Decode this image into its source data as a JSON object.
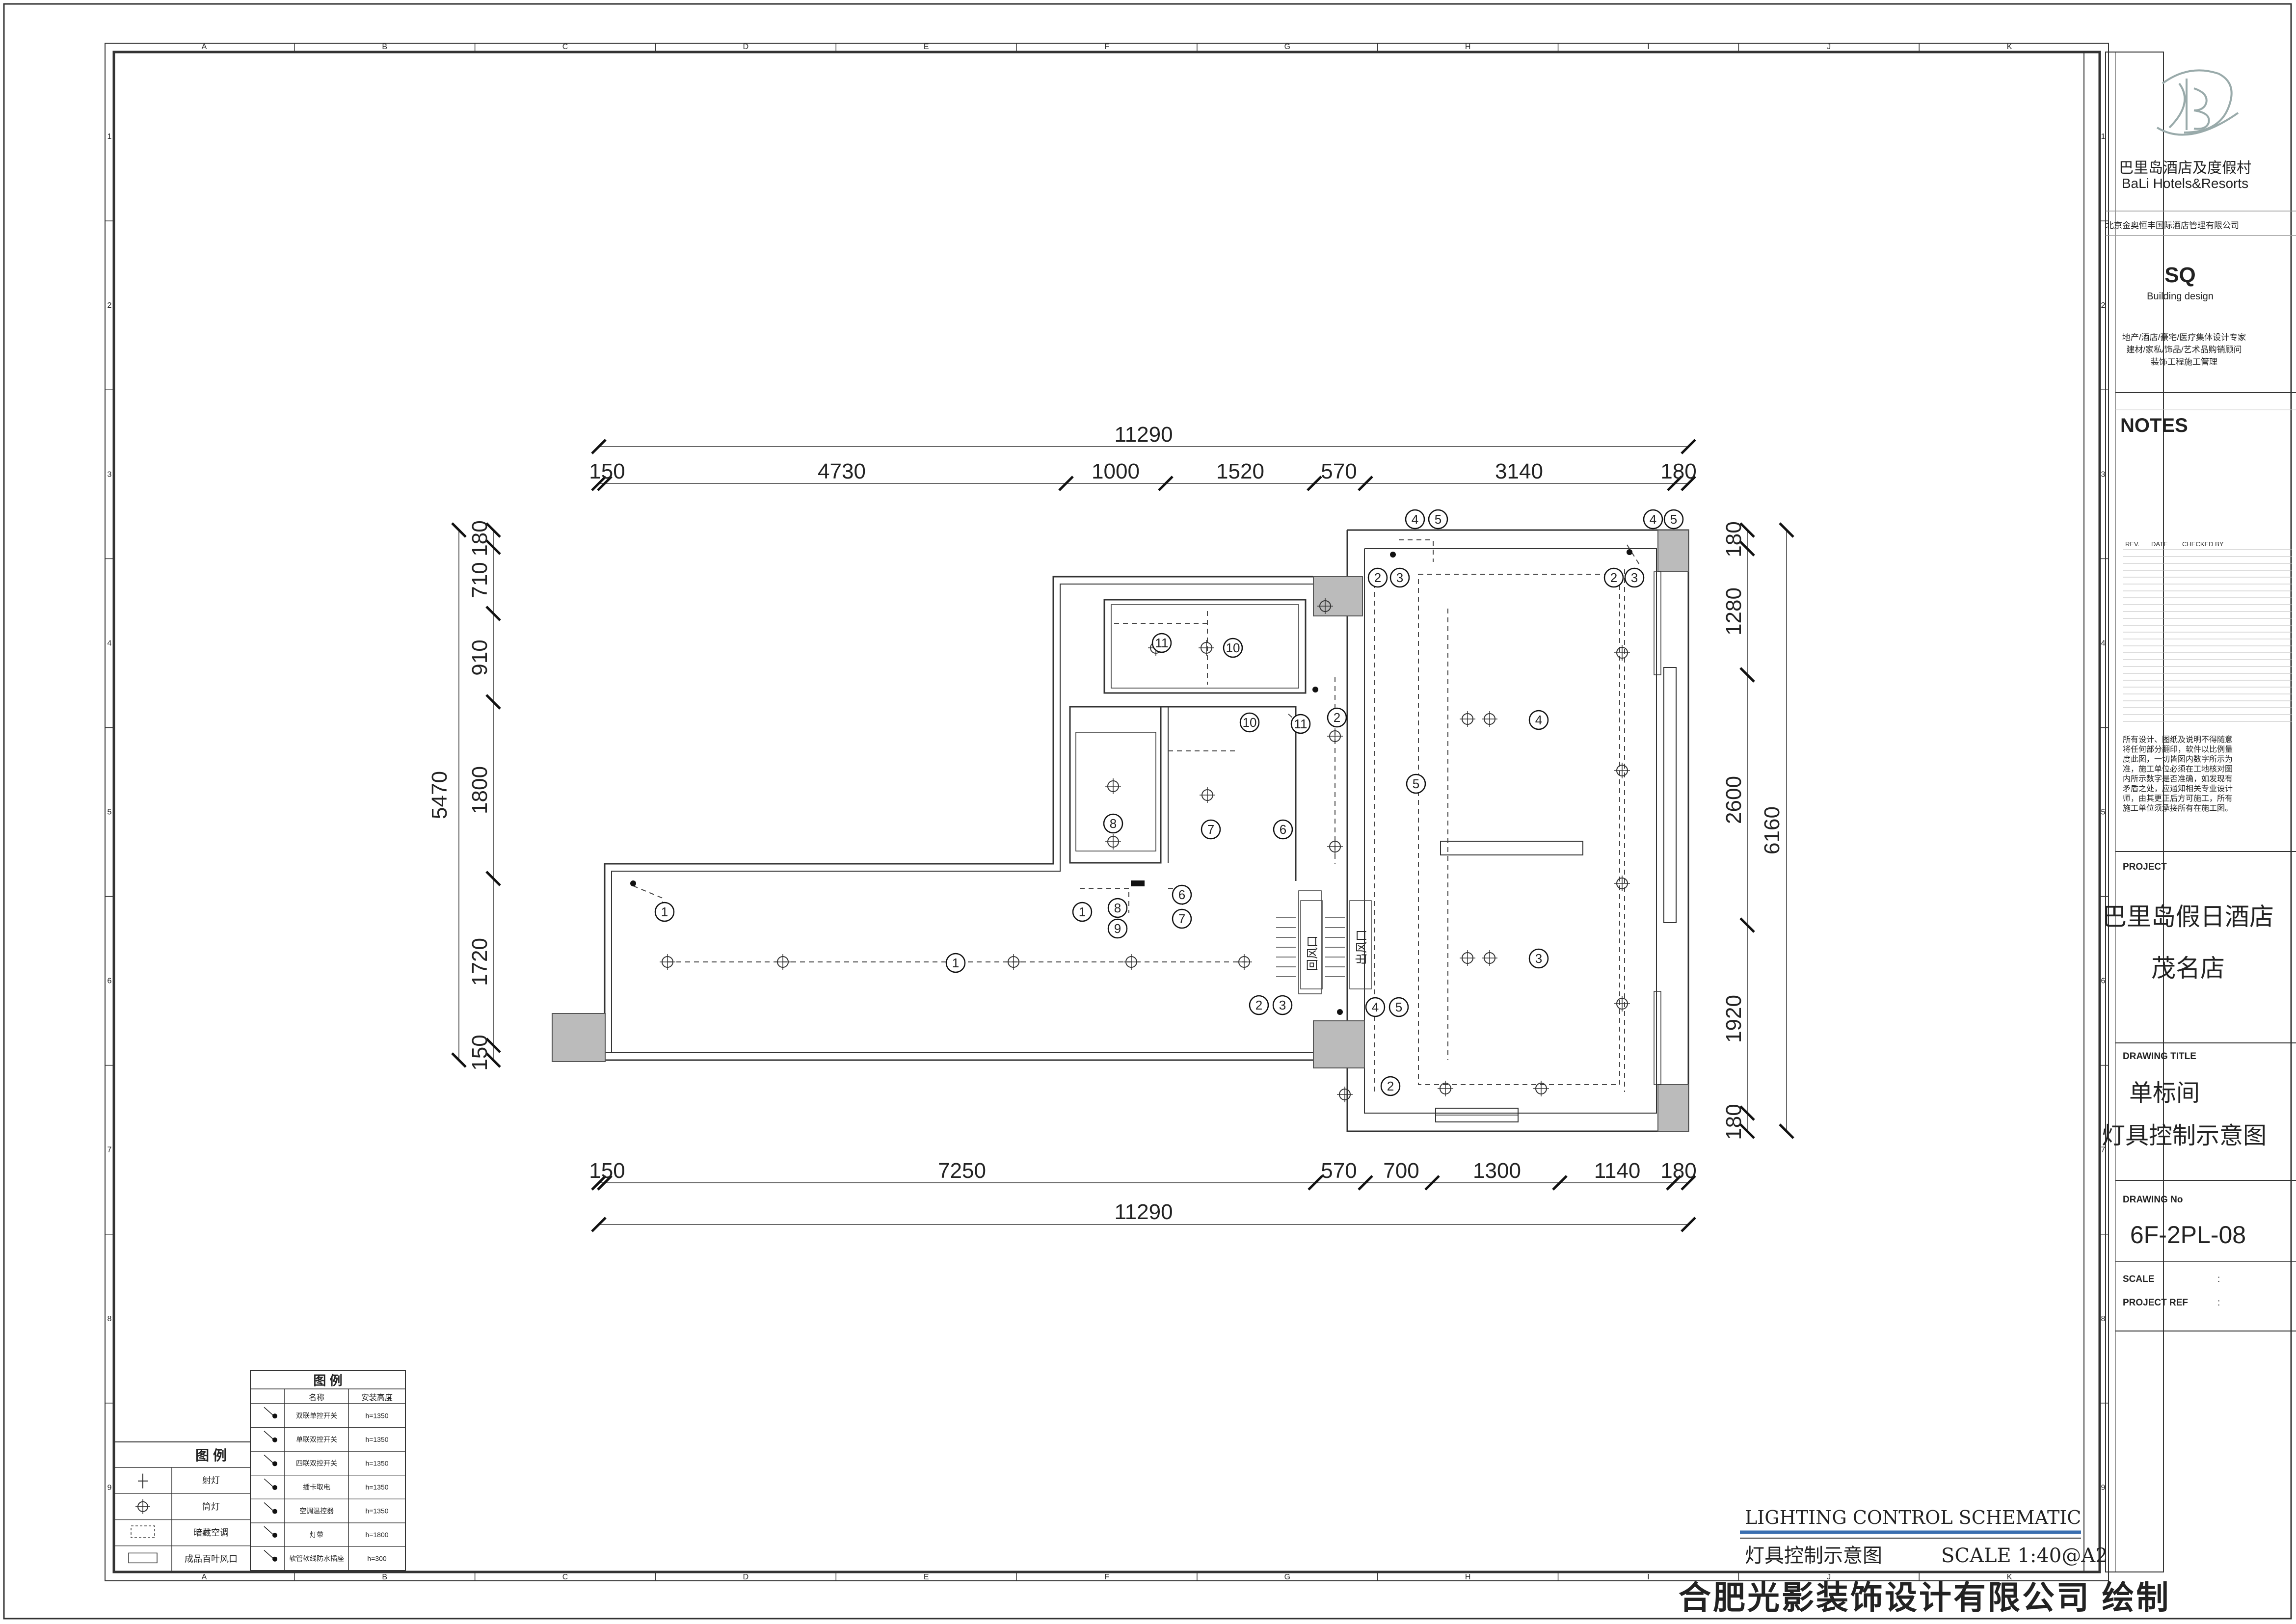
{
  "sheet": {
    "grid_cols": [
      "A",
      "B",
      "C",
      "D",
      "E",
      "F",
      "G",
      "H",
      "I",
      "J",
      "K"
    ],
    "grid_rows": [
      "1",
      "2",
      "3",
      "4",
      "5",
      "6",
      "7",
      "8",
      "9"
    ]
  },
  "title_block": {
    "brand_cn": "巴里岛酒店及度假村",
    "brand_en": "BaLi Hotels&Resorts",
    "company": "北京金奥恒丰国际酒店管理有限公司",
    "sq_logo": "SQ",
    "sq_sub": "Building design",
    "design_lines": [
      "地产/酒店/豪宅/医疗集体设计专家",
      "建材/家私/饰品/艺术品购销顾问",
      "装饰工程施工管理"
    ],
    "notes_label": "NOTES",
    "rev_headers": [
      "REV.",
      "DATE",
      "CHECKED BY"
    ],
    "note_text": [
      "所有设计、图纸及说明不得随意",
      "将任何部分翻印，软件以比例量",
      "度此图，一切皆图内数字所示为",
      "准，施工单位必须在工地核对图",
      "内所示数字是否准确，如发现有",
      "矛盾之处，应通知相关专业设计",
      "师，由其更正后方可施工，所有",
      "施工单位须承接所有在施工图。"
    ],
    "project_label": "PROJECT",
    "project_name": "巴里岛假日酒店",
    "project_branch": "茂名店",
    "drawing_title_label": "DRAWING  TITLE",
    "drawing_title_1": "单标间",
    "drawing_title_2": "灯具控制示意图",
    "drawing_no_label": "DRAWING No",
    "drawing_no": "6F-2PL-08",
    "scale_label": "SCALE",
    "project_ref_label": "PROJECT REF",
    "colon": ":"
  },
  "drawing_label": {
    "en": "LIGHTING CONTROL SCHEMATIC",
    "cn": "灯具控制示意图",
    "scale": "SCALE  1:40@A2"
  },
  "footer": {
    "credit": "合肥光影装饰设计有限公司 绘制"
  },
  "dimensions": {
    "top_total": "11290",
    "top_segments": [
      "150",
      "4730",
      "1000",
      "1520",
      "570",
      "3140",
      "180"
    ],
    "bottom_segments": [
      "150",
      "7250",
      "570",
      "700",
      "1300",
      "1140",
      "180"
    ],
    "bottom_total": "11290",
    "left_total": "5470",
    "left_segments": [
      "180",
      "710",
      "910",
      "1800",
      "1720",
      "150"
    ],
    "right_total": "6160",
    "right_segments": [
      "180",
      "1280",
      "2600",
      "1920",
      "180"
    ]
  },
  "room_labels": {
    "vent_left": "回风口",
    "vent_right": "出风口"
  },
  "callouts": [
    {
      "n": "4"
    },
    {
      "n": "5"
    },
    {
      "n": "4"
    },
    {
      "n": "5"
    },
    {
      "n": "2"
    },
    {
      "n": "3"
    },
    {
      "n": "2"
    },
    {
      "n": "3"
    },
    {
      "n": "11"
    },
    {
      "n": "10"
    },
    {
      "n": "10"
    },
    {
      "n": "11"
    },
    {
      "n": "2"
    },
    {
      "n": "4"
    },
    {
      "n": "5"
    },
    {
      "n": "8"
    },
    {
      "n": "7"
    },
    {
      "n": "6"
    },
    {
      "n": "1"
    },
    {
      "n": "6"
    },
    {
      "n": "1"
    },
    {
      "n": "8"
    },
    {
      "n": "9"
    },
    {
      "n": "7"
    },
    {
      "n": "1"
    },
    {
      "n": "3"
    },
    {
      "n": "2"
    },
    {
      "n": "3"
    },
    {
      "n": "4"
    },
    {
      "n": "5"
    },
    {
      "n": "2"
    }
  ],
  "legend_main": {
    "title": "图 例",
    "headers": [
      "名称",
      "安装高度"
    ],
    "rows": [
      {
        "name": "双联单控开关",
        "height": "h=1350"
      },
      {
        "name": "单联双控开关",
        "height": "h=1350"
      },
      {
        "name": "四联双控开关",
        "height": "h=1350"
      },
      {
        "name": "插卡取电",
        "height": "h=1350"
      },
      {
        "name": "空调温控器",
        "height": "h=1350"
      },
      {
        "name": "灯带",
        "height": "h=1800"
      },
      {
        "name": "软管软线防水插座",
        "height": "h=300"
      }
    ]
  },
  "legend_small": {
    "title": "图 例",
    "rows": [
      "射灯",
      "筒灯",
      "暗藏空调",
      "成品百叶风口"
    ]
  }
}
